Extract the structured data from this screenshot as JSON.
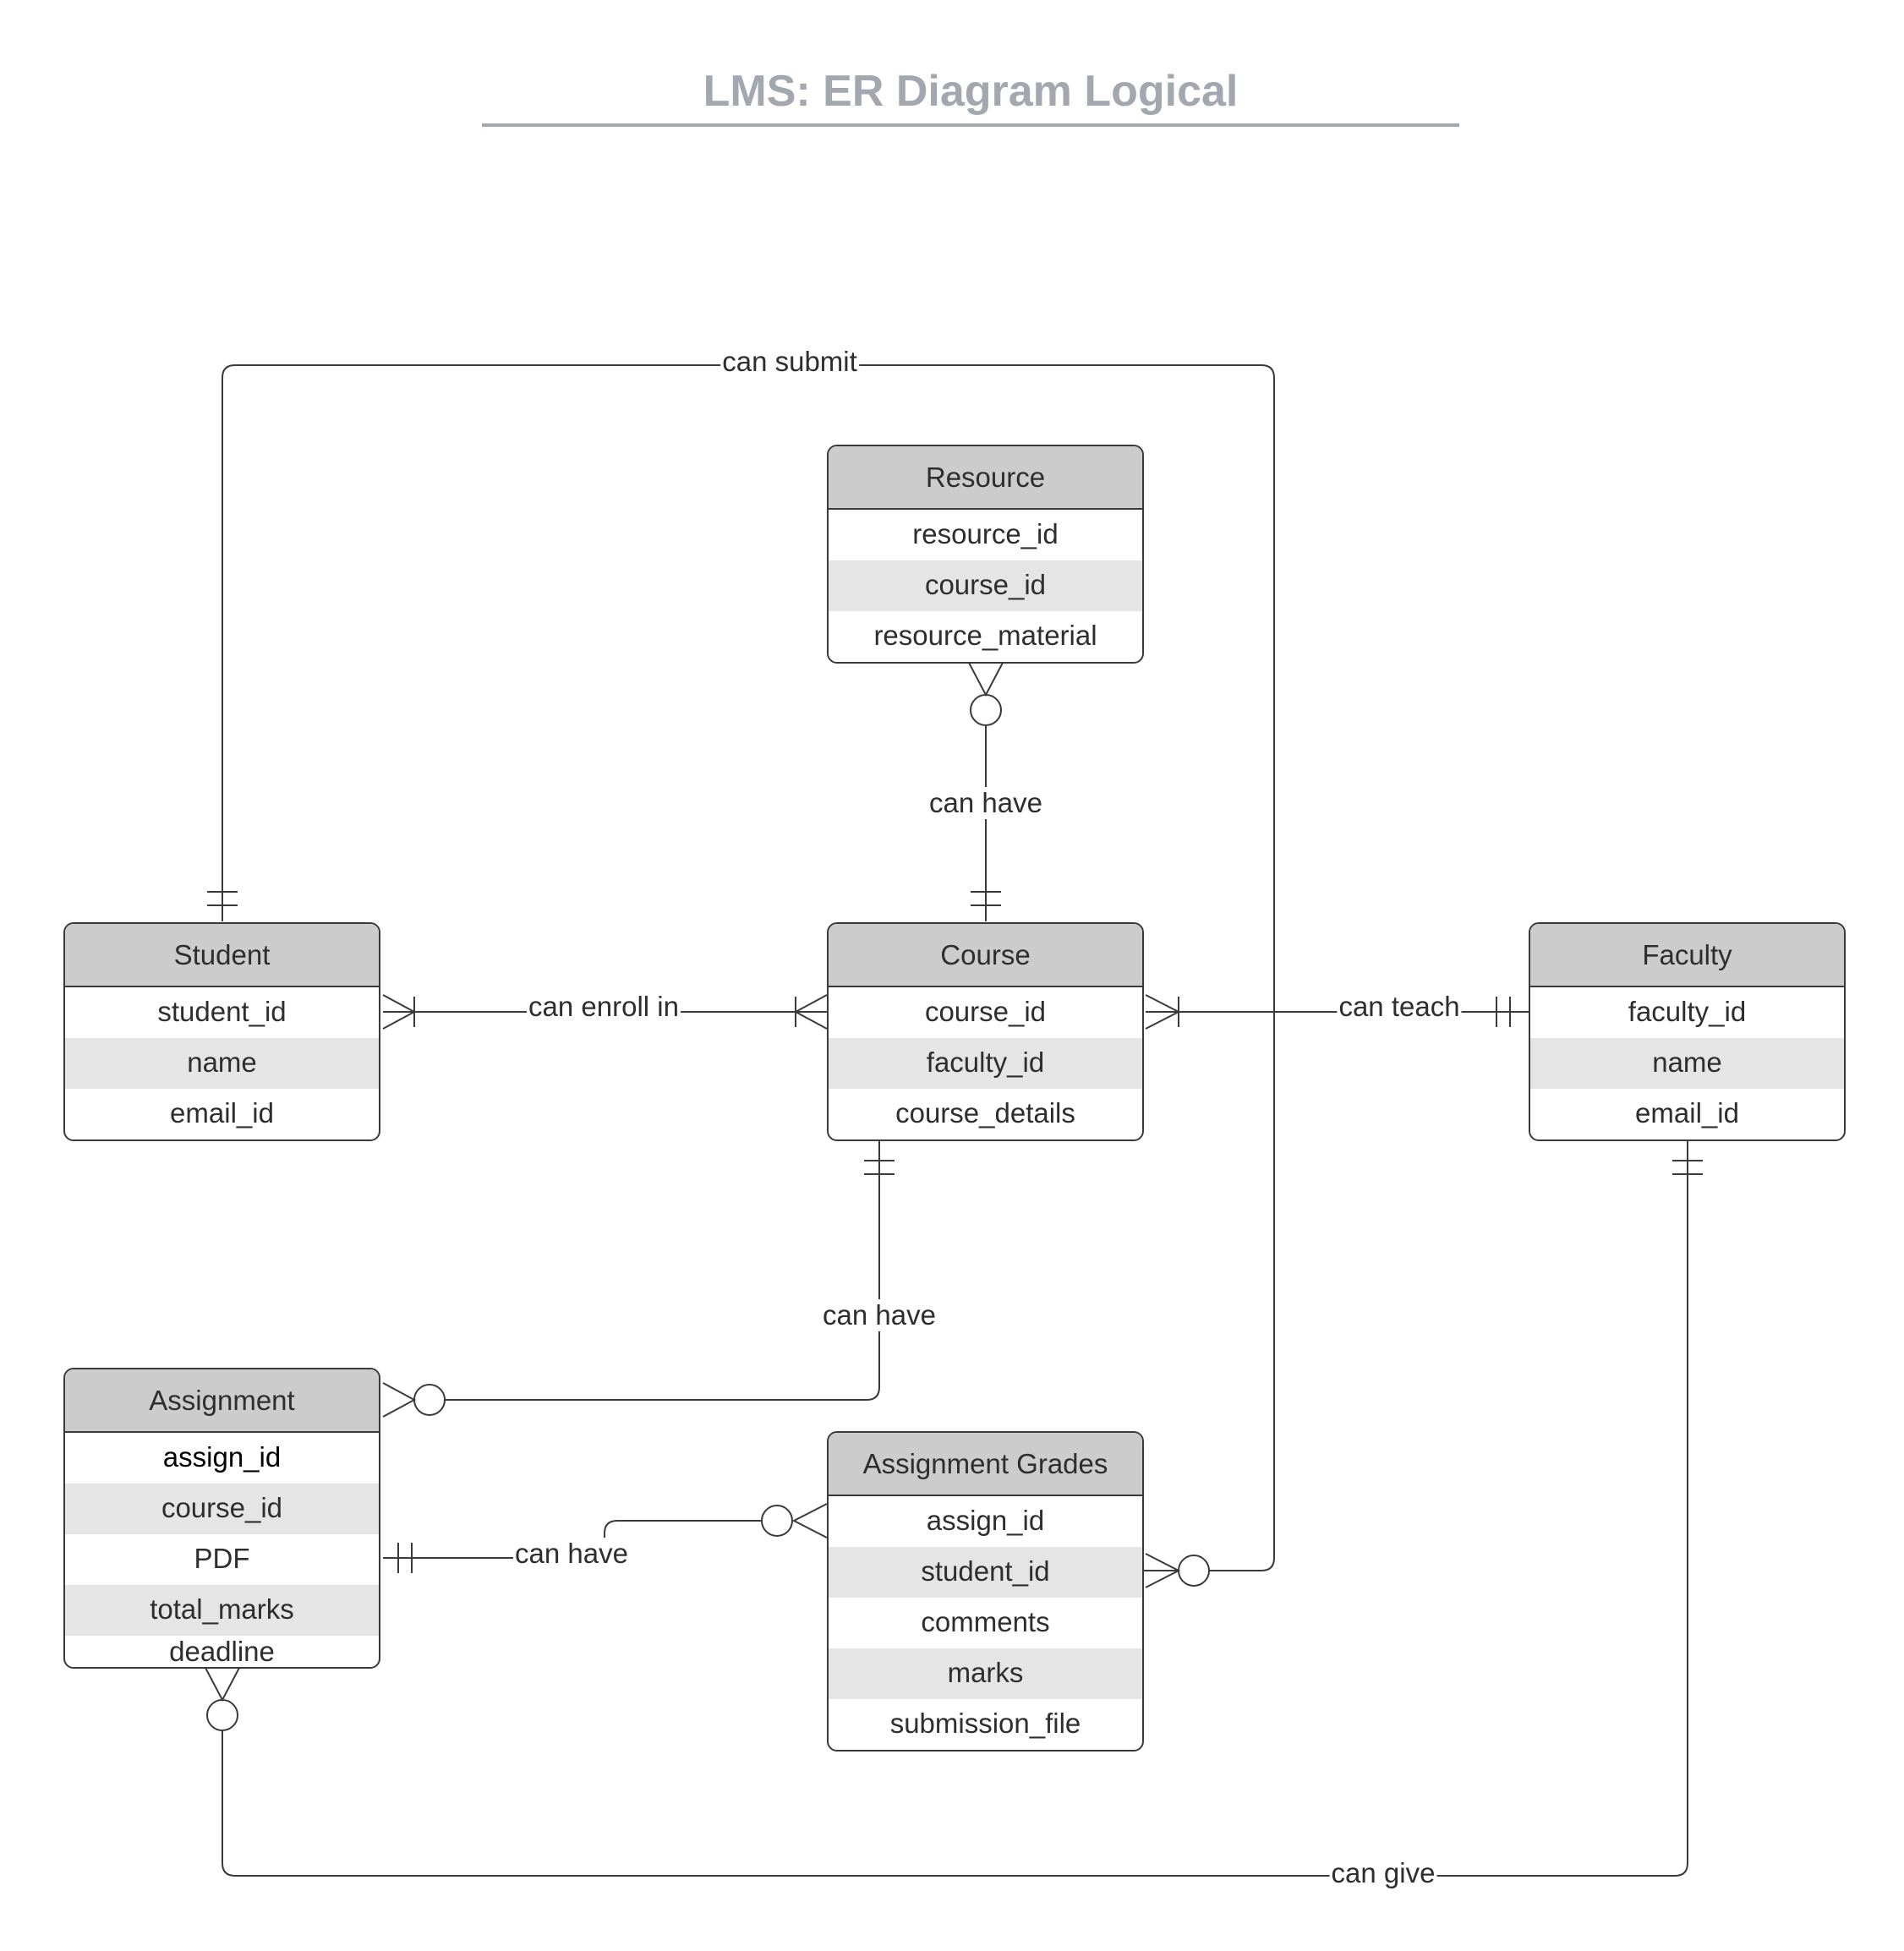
{
  "diagram": {
    "title": "LMS: ER Diagram Logical"
  },
  "entities": {
    "resource": {
      "name": "Resource",
      "attributes": [
        "resource_id",
        "course_id",
        "resource_material"
      ]
    },
    "student": {
      "name": "Student",
      "attributes": [
        "student_id",
        "name",
        "email_id"
      ]
    },
    "course": {
      "name": "Course",
      "attributes": [
        "course_id",
        "faculty_id",
        "course_details"
      ]
    },
    "faculty": {
      "name": "Faculty",
      "attributes": [
        "faculty_id",
        "name",
        "email_id"
      ]
    },
    "assignment": {
      "name": "Assignment",
      "attributes": [
        "assign_id",
        "course_id",
        "PDF",
        "total_marks",
        "deadline"
      ]
    },
    "assignment_grades": {
      "name": "Assignment Grades",
      "attributes": [
        "assign_id",
        "student_id",
        "comments",
        "marks",
        "submission_file"
      ]
    }
  },
  "relationships": {
    "can_submit": {
      "label": "can submit",
      "from": "Student",
      "to": "Assignment Grades",
      "from_cardinality": "one-and-only-one",
      "to_cardinality": "zero-or-many"
    },
    "resource_can_have": {
      "label": "can have",
      "from": "Course",
      "to": "Resource",
      "from_cardinality": "one-and-only-one",
      "to_cardinality": "zero-or-many"
    },
    "can_enroll_in": {
      "label": "can enroll in",
      "from": "Student",
      "to": "Course",
      "from_cardinality": "one-or-many",
      "to_cardinality": "one-or-many"
    },
    "can_teach": {
      "label": "can teach",
      "from": "Faculty",
      "to": "Course",
      "from_cardinality": "one-and-only-one",
      "to_cardinality": "one-or-many"
    },
    "assignment_can_have": {
      "label": "can have",
      "from": "Course",
      "to": "Assignment",
      "from_cardinality": "one-and-only-one",
      "to_cardinality": "zero-or-many"
    },
    "grades_can_have": {
      "label": "can have",
      "from": "Assignment",
      "to": "Assignment Grades",
      "from_cardinality": "one-and-only-one",
      "to_cardinality": "zero-or-many"
    },
    "can_give": {
      "label": "can give",
      "from": "Faculty",
      "to": "Assignment",
      "from_cardinality": "one-and-only-one",
      "to_cardinality": "zero-or-many"
    }
  },
  "colors": {
    "title": "#a3a8b0",
    "header_fill": "#cccccc",
    "alt_row_fill": "#e5e5e5",
    "line": "#3a3a3a",
    "text": "#2e2e2e"
  }
}
